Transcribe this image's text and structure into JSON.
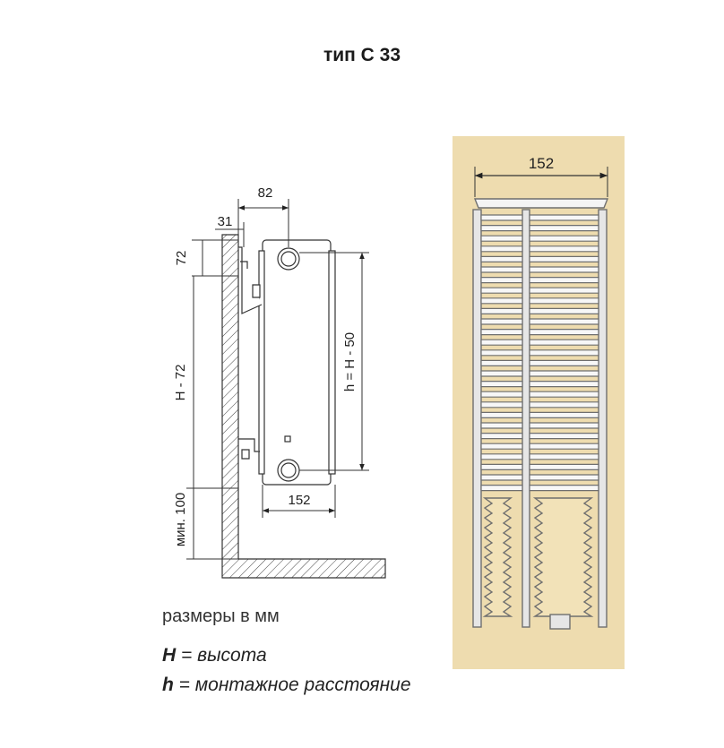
{
  "title": "тип C 33",
  "dimensions": {
    "top_depth": "82",
    "wall_gap": "31",
    "top_offset": "72",
    "bracket_height": "H - 72",
    "min_floor": "мин. 100",
    "mount_distance": "h = H - 50",
    "bottom_depth": "152",
    "section_width": "152"
  },
  "units_note": "размеры в мм",
  "legend": {
    "H_symbol": "H",
    "H_text": " = высота",
    "h_symbol": "h",
    "h_text": " = монтажное расстояние"
  },
  "colors": {
    "section_background": "#eedcaf",
    "section_frame": "#6f6f6f",
    "fin_fill": "#f4f4f4",
    "line": "#333333"
  }
}
